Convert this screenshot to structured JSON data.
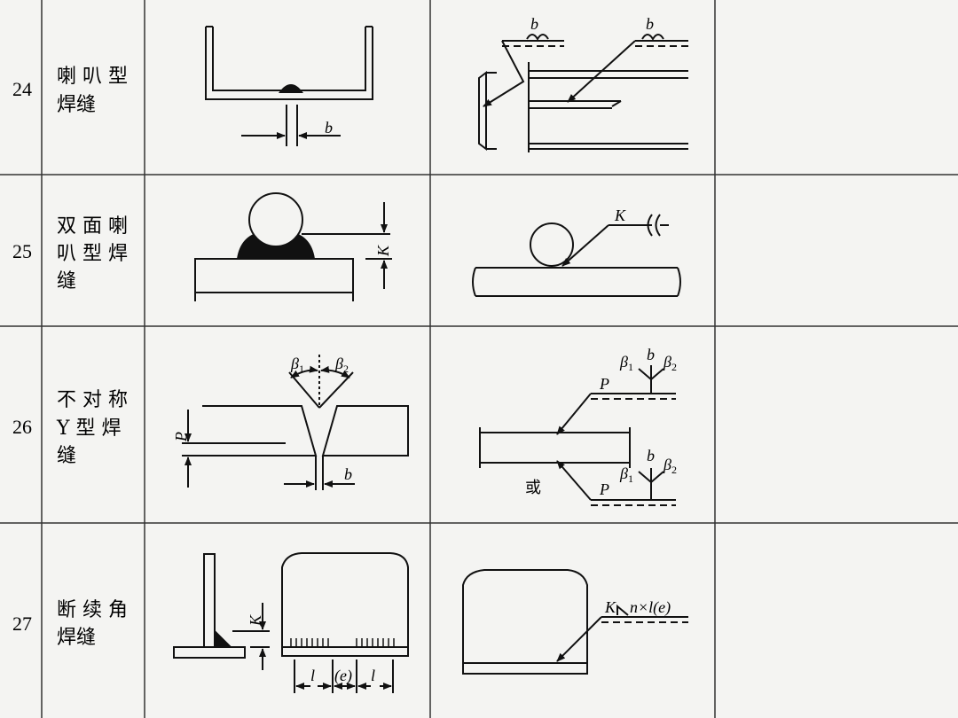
{
  "rows": [
    {
      "number": "24",
      "name_lines": [
        "喇 叭 型",
        "焊缝"
      ],
      "labels": {
        "gap_b": "b",
        "sym_b1": "b",
        "sym_b2": "b"
      }
    },
    {
      "number": "25",
      "name_lines": [
        "双 面 喇",
        "叭 型 焊",
        "缝"
      ],
      "labels": {
        "dim_k": "K",
        "sym_k": "K"
      }
    },
    {
      "number": "26",
      "name_lines": [
        "不 对 称",
        "Y 型 焊",
        "缝"
      ],
      "labels": {
        "beta": "β",
        "sub1": "1",
        "sub2": "2",
        "p": "P",
        "b": "b",
        "or": "或"
      }
    },
    {
      "number": "27",
      "name_lines": [
        "断 续 角",
        "焊缝"
      ],
      "labels": {
        "k": "K",
        "l": "l",
        "e": "(e)",
        "sym_k": "K",
        "sym_text": "n×l(e)"
      }
    }
  ],
  "colors": {
    "ink": "#111111",
    "paper": "#f4f4f2",
    "grid": "#333333"
  }
}
